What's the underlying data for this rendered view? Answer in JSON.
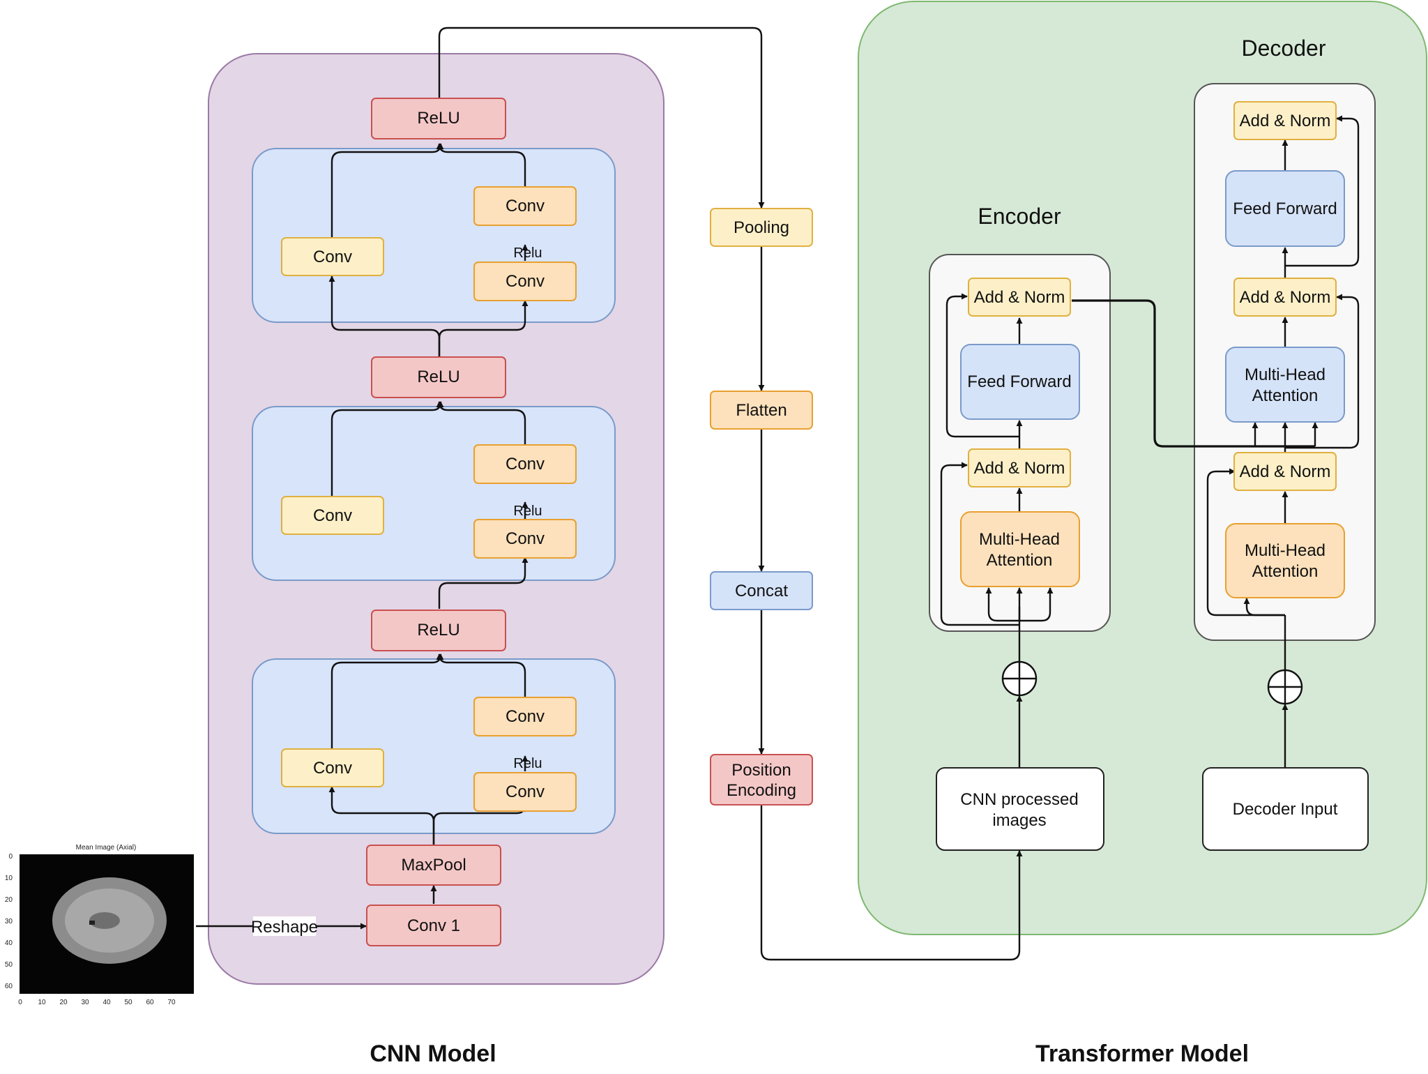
{
  "captions": {
    "cnn": "CNN Model",
    "transformer": "Transformer Model"
  },
  "inset": {
    "title": "Mean Image (Axial)",
    "y_ticks": [
      "0",
      "10",
      "20",
      "30",
      "40",
      "50",
      "60"
    ],
    "x_ticks": [
      "0",
      "10",
      "20",
      "30",
      "40",
      "50",
      "60",
      "70"
    ]
  },
  "cnn": {
    "reshape_label": "Reshape",
    "conv1": "Conv 1",
    "maxpool": "MaxPool",
    "relu_top": "ReLU",
    "relu_mid": "ReLU",
    "relu_bottom": "ReLU",
    "blocks": [
      {
        "skip_conv": "Conv",
        "conv_upper": "Conv",
        "relu_label": "Relu",
        "conv_lower": "Conv"
      },
      {
        "skip_conv": "Conv",
        "conv_upper": "Conv",
        "relu_label": "Relu",
        "conv_lower": "Conv"
      },
      {
        "skip_conv": "Conv",
        "conv_upper": "Conv",
        "relu_label": "Relu",
        "conv_lower": "Conv"
      }
    ]
  },
  "pipeline": {
    "pooling": "Pooling",
    "flatten": "Flatten",
    "concat": "Concat",
    "position_line1": "Position",
    "position_line2": "Encoding"
  },
  "transformer": {
    "encoder": {
      "title": "Encoder",
      "add_norm_top": "Add & Norm",
      "feed_forward": "Feed Forward",
      "add_norm_bottom": "Add & Norm",
      "mha_line1": "Multi-Head",
      "mha_line2": "Attention",
      "input_line1": "CNN processed",
      "input_line2": "images"
    },
    "decoder": {
      "title": "Decoder",
      "add_norm_top": "Add & Norm",
      "feed_forward": "Feed Forward",
      "add_norm_mid": "Add & Norm",
      "cross_mha_line1": "Multi-Head",
      "cross_mha_line2": "Attention",
      "add_norm_bottom": "Add & Norm",
      "mha_line1": "Multi-Head",
      "mha_line2": "Attention",
      "input": "Decoder Input"
    }
  },
  "colors": {
    "cnn_panel": "#e3d6e6",
    "cnn_panel_border": "#9b7aa6",
    "block_fill": "#d8e4fa",
    "block_border": "#7a9ac9",
    "red_fill": "#f4c7c7",
    "red_border": "#c95050",
    "yellow_fill": "#fdf0c8",
    "yellow_border": "#e0b040",
    "orange_fill": "#fde1bc",
    "orange_border": "#e8a030",
    "blue_fill": "#d5e3f9",
    "blue_border": "#7a9ac9",
    "green_panel": "#d6e9d6",
    "green_border": "#7fb870",
    "stack_fill": "#f8f8f8",
    "stack_border": "#555555"
  }
}
